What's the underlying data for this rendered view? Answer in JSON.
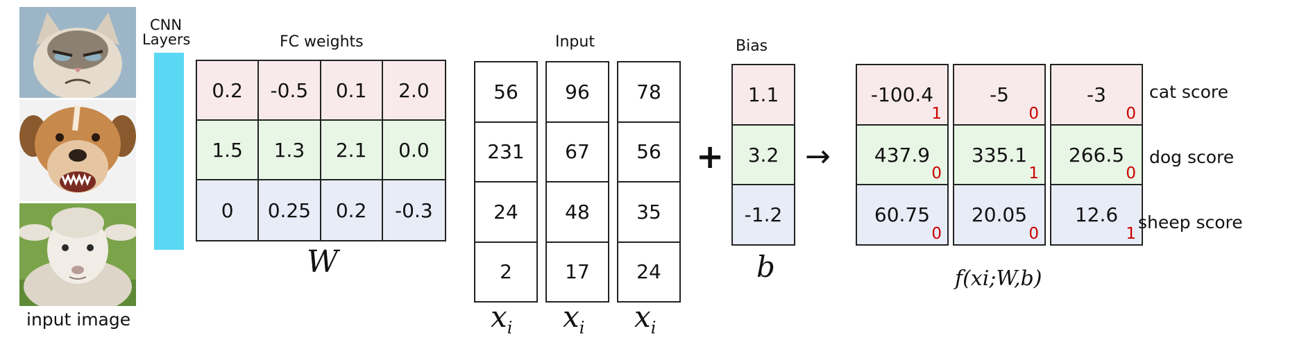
{
  "caption": "input image",
  "cnn_label_line1": "CNN",
  "cnn_label_line2": "Layers",
  "fc_title": "FC weights",
  "W_symbol": "W",
  "weights": [
    [
      "0.2",
      "-0.5",
      "0.1",
      "2.0"
    ],
    [
      "1.5",
      "1.3",
      "2.1",
      "0.0"
    ],
    [
      "0",
      "0.25",
      "0.2",
      "-0.3"
    ]
  ],
  "input_title": "Input",
  "inputs": [
    [
      "56",
      "231",
      "24",
      "2"
    ],
    [
      "96",
      "67",
      "48",
      "17"
    ],
    [
      "78",
      "56",
      "35",
      "24"
    ]
  ],
  "x_symbol": "x",
  "x_sub": "i",
  "plus": "+",
  "bias_title": "Bias",
  "bias": [
    "1.1",
    "3.2",
    "-1.2"
  ],
  "b_symbol": "b",
  "arrow": "→",
  "scores": [
    [
      "-100.4",
      "-5",
      "-3"
    ],
    [
      "437.9",
      "335.1",
      "266.5"
    ],
    [
      "60.75",
      "20.05",
      "12.6"
    ]
  ],
  "score_flags": [
    [
      "1",
      "0",
      "0"
    ],
    [
      "0",
      "1",
      "0"
    ],
    [
      "0",
      "0",
      "1"
    ]
  ],
  "score_labels": [
    "cat score",
    "dog score",
    "sheep score"
  ],
  "function_label": "f(xi;W,b)",
  "colors": {
    "row1": "#f8eaea",
    "row2": "#e8f6e6",
    "row3": "#e8ecf7",
    "cnn_bar": "#5ad8f3",
    "flag": "#cc0000"
  }
}
